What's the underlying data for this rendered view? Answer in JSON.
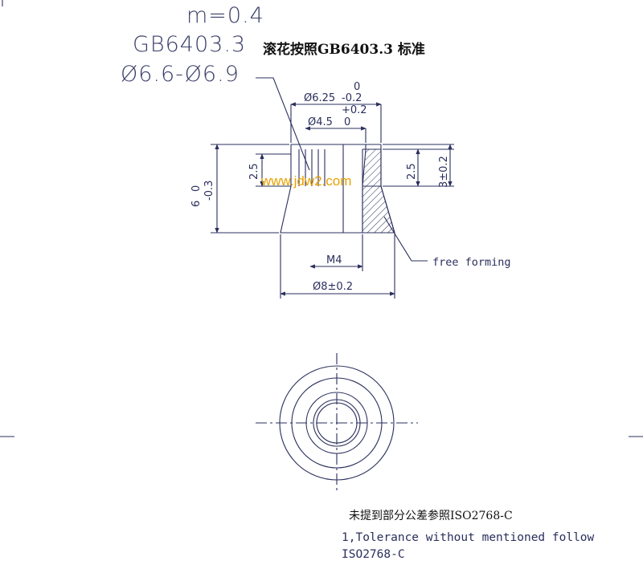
{
  "header": {
    "module": "m=0.4",
    "standard": "GB6403.3",
    "knurl_range": "Ø6.6-Ø6.9",
    "knurl_note_cn": "滚花按照GB6403.3 标准"
  },
  "dimensions": {
    "top_outer": "Ø6.25",
    "top_outer_tol_upper": "0",
    "top_outer_tol_lower": "-0.2",
    "bore": "Ø4.5",
    "bore_tol_upper": "+0.2",
    "bore_tol_lower": "0",
    "height_total": "6",
    "height_total_tol_upper": "0",
    "height_total_tol_lower": "-0.3",
    "knurl_length_left": "2.5",
    "knurl_length_right": "2.5",
    "step_height": "3±0.2",
    "thread": "M4",
    "bottom_outer": "Ø8±0.2",
    "free_forming": "free forming"
  },
  "watermark": "www.jdw2.com",
  "notes": {
    "cn": "未提到部分公差参照ISO2768-C",
    "en_line1": "1,Tolerance without mentioned follow",
    "en_line2": "ISO2768-C"
  },
  "colors": {
    "line": "#2a2f5c",
    "watermark": "#e8a100",
    "text_dark": "#111111"
  }
}
